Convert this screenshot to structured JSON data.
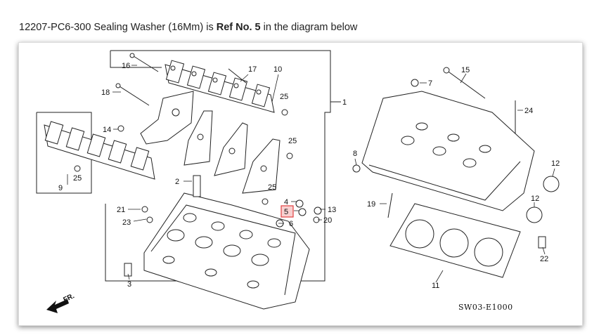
{
  "caption": {
    "part_text": "12207-PC6-300 Sealing Washer (16Mm) is ",
    "ref_text": "Ref No. 5",
    "tail_text": " in the diagram below"
  },
  "diagram": {
    "code": "SW03-E1000",
    "front_marker": "FR.",
    "highlight_ref": "5",
    "highlight_color": "#e04040",
    "callouts": [
      "16",
      "17",
      "10",
      "25",
      "1",
      "18",
      "14",
      "9",
      "25",
      "25",
      "2",
      "25",
      "4",
      "5",
      "6",
      "13",
      "20",
      "21",
      "23",
      "3",
      "7",
      "15",
      "24",
      "8",
      "12",
      "12",
      "19",
      "22",
      "11"
    ]
  }
}
